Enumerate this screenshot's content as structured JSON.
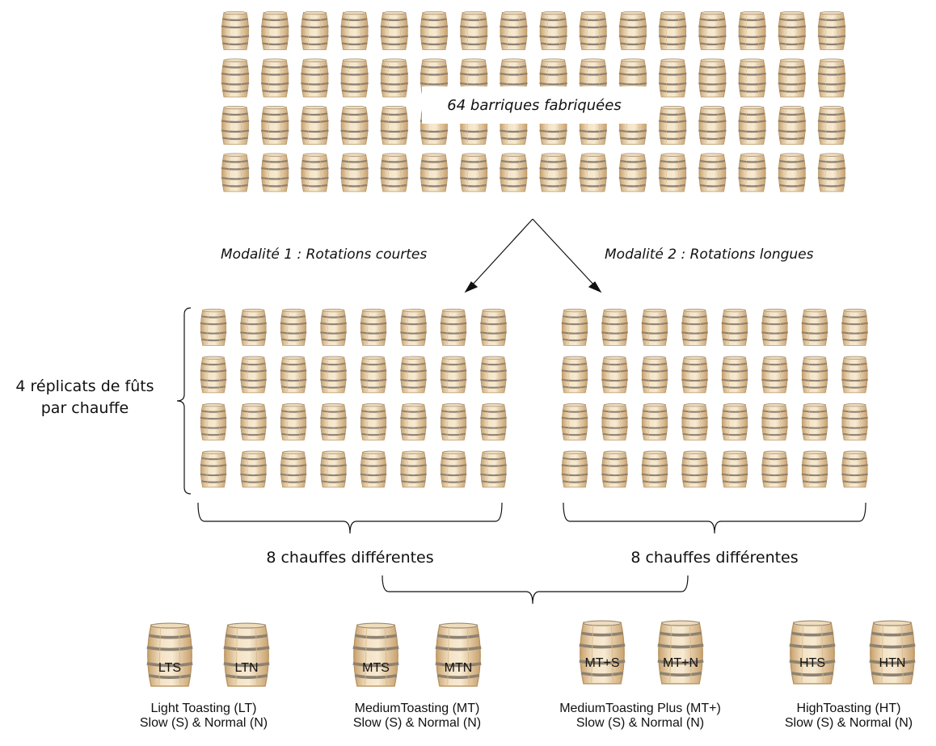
{
  "top_group": {
    "title": "64 barriques fabriquées"
  },
  "modalities": [
    {
      "label": "Modalité 1 : Rotations courtes"
    },
    {
      "label": "Modalité 2 : Rotations longues"
    }
  ],
  "replicates_label": [
    "4 réplicats de fûts",
    "par chauffe"
  ],
  "toasts_label_left": "8 chauffes différentes",
  "toasts_label_right": "8 chauffes différentes",
  "toasting_groups": [
    {
      "barrels": [
        "LTS",
        "LTN"
      ],
      "caption": [
        "Light Toasting (LT)",
        "Slow (S) & Normal (N)"
      ]
    },
    {
      "barrels": [
        "MTS",
        "MTN"
      ],
      "caption": [
        "MediumToasting (MT)",
        "Slow (S) & Normal (N)"
      ]
    },
    {
      "barrels": [
        "MT+S",
        "MT+N"
      ],
      "caption": [
        "MediumToasting Plus (MT+)",
        "Slow (S) & Normal (N)"
      ]
    },
    {
      "barrels": [
        "HTS",
        "HTN"
      ],
      "caption": [
        "HighToasting (HT)",
        "Slow (S) & Normal (N)"
      ]
    }
  ],
  "colors": {
    "wood_light": "#f3e2c6",
    "wood_mid": "#e6c99a",
    "wood_dark": "#c9a16b",
    "hoop": "#8d8272"
  }
}
